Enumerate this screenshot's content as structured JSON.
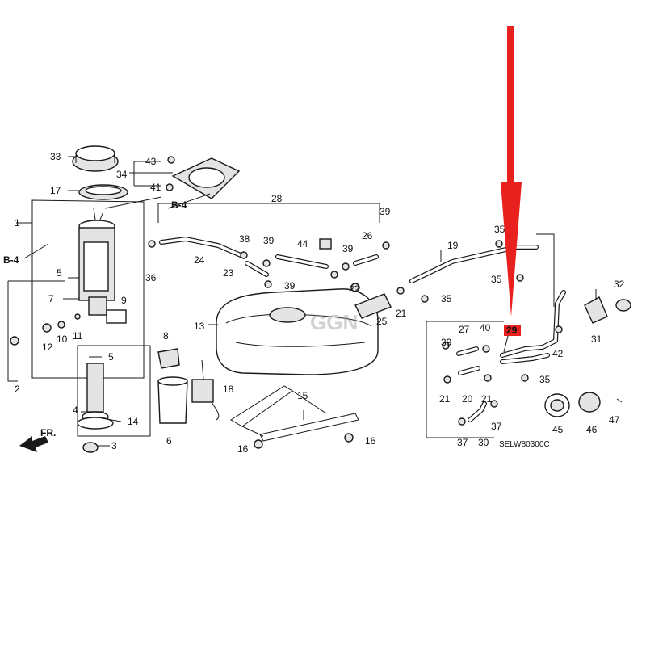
{
  "diagram": {
    "part_numbers": [
      "1",
      "2",
      "3",
      "4",
      "5",
      "6",
      "7",
      "8",
      "9",
      "10",
      "11",
      "12",
      "13",
      "14",
      "15",
      "16",
      "17",
      "18",
      "19",
      "20",
      "21",
      "22",
      "23",
      "24",
      "25",
      "26",
      "27",
      "28",
      "29",
      "30",
      "31",
      "32",
      "33",
      "34",
      "35",
      "36",
      "37",
      "38",
      "39",
      "40",
      "41",
      "42",
      "43",
      "44",
      "45",
      "46",
      "47"
    ],
    "section_refs": [
      "B-4"
    ],
    "front_indicator": "FR.",
    "diagram_code": "SELW80300C",
    "highlighted_part": "29",
    "watermark_text": "GGN",
    "colors": {
      "highlight": "#e8201e",
      "arrow": "#e8201e",
      "lines": "#1a1a1a"
    }
  }
}
